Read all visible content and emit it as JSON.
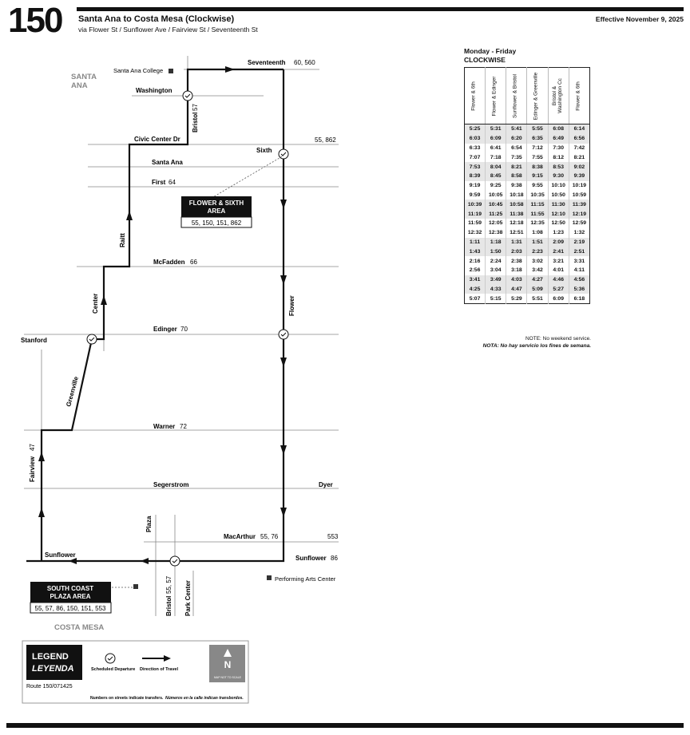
{
  "header": {
    "route_number": "150",
    "title": "Santa Ana to Costa Mesa (Clockwise)",
    "subtitle": "via Flower St / Sunflower Ave / Fairview St / Seventeenth St",
    "effective": "Effective November 9, 2025"
  },
  "map": {
    "cities": {
      "santa_ana_1": "SANTA",
      "santa_ana_2": "ANA",
      "costa_mesa": "COSTA MESA"
    },
    "streets": {
      "washington": "Washington",
      "seventeenth": "Seventeenth",
      "seventeenth_routes": "60, 560",
      "bristol_north": "Bristol",
      "bristol_north_routes": "57",
      "civic_center": "Civic Center Dr",
      "sixth": "Sixth",
      "sixth_routes": "55, 862",
      "santa_ana_st": "Santa Ana",
      "first": "First",
      "first_routes": "64",
      "raitt": "Raitt",
      "mcfadden": "McFadden",
      "mcfadden_routes": "66",
      "center": "Center",
      "flower": "Flower",
      "stanford": "Stanford",
      "edinger": "Edinger",
      "edinger_routes": "70",
      "greenville": "Greenville",
      "warner": "Warner",
      "warner_routes": "72",
      "fairview": "Fairview",
      "fairview_routes": "47",
      "segerstrom": "Segerstrom",
      "dyer": "Dyer",
      "plaza": "Plaza",
      "macarthur": "MacArthur",
      "macarthur_routes": "55, 76",
      "route_553": "553",
      "sunflower_west": "Sunflower",
      "sunflower_east": "Sunflower",
      "sunflower_routes": "86",
      "bristol_south": "Bristol",
      "bristol_south_routes": "55, 57",
      "park_center": "Park Center"
    },
    "landmarks": {
      "santa_ana_college": "Santa Ana College",
      "performing_arts": "Performing Arts Center"
    },
    "flower_sixth_box": {
      "title_1": "FLOWER & SIXTH",
      "title_2": "AREA",
      "routes": "55, 150, 151, 862"
    },
    "south_coast_box": {
      "title_1": "SOUTH COAST",
      "title_2": "PLAZA AREA",
      "routes": "55, 57, 86, 150, 151, 553"
    }
  },
  "legend": {
    "title_en": "LEGEND",
    "title_es": "LEYENDA",
    "scheduled": "Scheduled Departure",
    "direction": "Direction of Travel",
    "north": "N",
    "not_to_scale": "MAP NOT TO SCALE",
    "route_code": "Route 150/071425",
    "note_en": "Numbers on streets indicate transfers.",
    "note_es": "Números en la calle indican transbordos."
  },
  "schedule": {
    "days": "Monday - Friday",
    "direction": "CLOCKWISE",
    "columns": [
      "Flower & 6th",
      "Flower & Edinger",
      "Sunflower & Bristol",
      "Edinger & Greenville",
      "Bristol &\nWashington Cc",
      "Flower & 6th"
    ],
    "rows": [
      [
        "5:25",
        "5:31",
        "5:41",
        "5:55",
        "6:08",
        "6:14"
      ],
      [
        "6:03",
        "6:09",
        "6:20",
        "6:35",
        "6:49",
        "6:56"
      ],
      [
        "6:33",
        "6:41",
        "6:54",
        "7:12",
        "7:30",
        "7:42"
      ],
      [
        "7:07",
        "7:18",
        "7:35",
        "7:55",
        "8:12",
        "8:21"
      ],
      [
        "7:53",
        "8:04",
        "8:21",
        "8:38",
        "8:53",
        "9:02"
      ],
      [
        "8:39",
        "8:45",
        "8:58",
        "9:15",
        "9:30",
        "9:39"
      ],
      [
        "9:19",
        "9:25",
        "9:38",
        "9:55",
        "10:10",
        "10:19"
      ],
      [
        "9:59",
        "10:05",
        "10:18",
        "10:35",
        "10:50",
        "10:59"
      ],
      [
        "10:39",
        "10:45",
        "10:58",
        "11:15",
        "11:30",
        "11:39"
      ],
      [
        "11:19",
        "11:25",
        "11:38",
        "11:55",
        "12:10",
        "12:19"
      ],
      [
        "11:59",
        "12:05",
        "12:18",
        "12:35",
        "12:50",
        "12:59"
      ],
      [
        "12:32",
        "12:38",
        "12:51",
        "1:08",
        "1:23",
        "1:32"
      ],
      [
        "1:11",
        "1:18",
        "1:31",
        "1:51",
        "2:09",
        "2:19"
      ],
      [
        "1:43",
        "1:50",
        "2:03",
        "2:23",
        "2:41",
        "2:51"
      ],
      [
        "2:16",
        "2:24",
        "2:38",
        "3:02",
        "3:21",
        "3:31"
      ],
      [
        "2:56",
        "3:04",
        "3:18",
        "3:42",
        "4:01",
        "4:11"
      ],
      [
        "3:41",
        "3:49",
        "4:03",
        "4:27",
        "4:46",
        "4:56"
      ],
      [
        "4:25",
        "4:33",
        "4:47",
        "5:09",
        "5:27",
        "5:36"
      ],
      [
        "5:07",
        "5:15",
        "5:29",
        "5:51",
        "6:09",
        "6:18"
      ]
    ],
    "note_en": "NOTE: No weekend service.",
    "note_es": "NOTA: No hay servicio los fines de semana."
  }
}
